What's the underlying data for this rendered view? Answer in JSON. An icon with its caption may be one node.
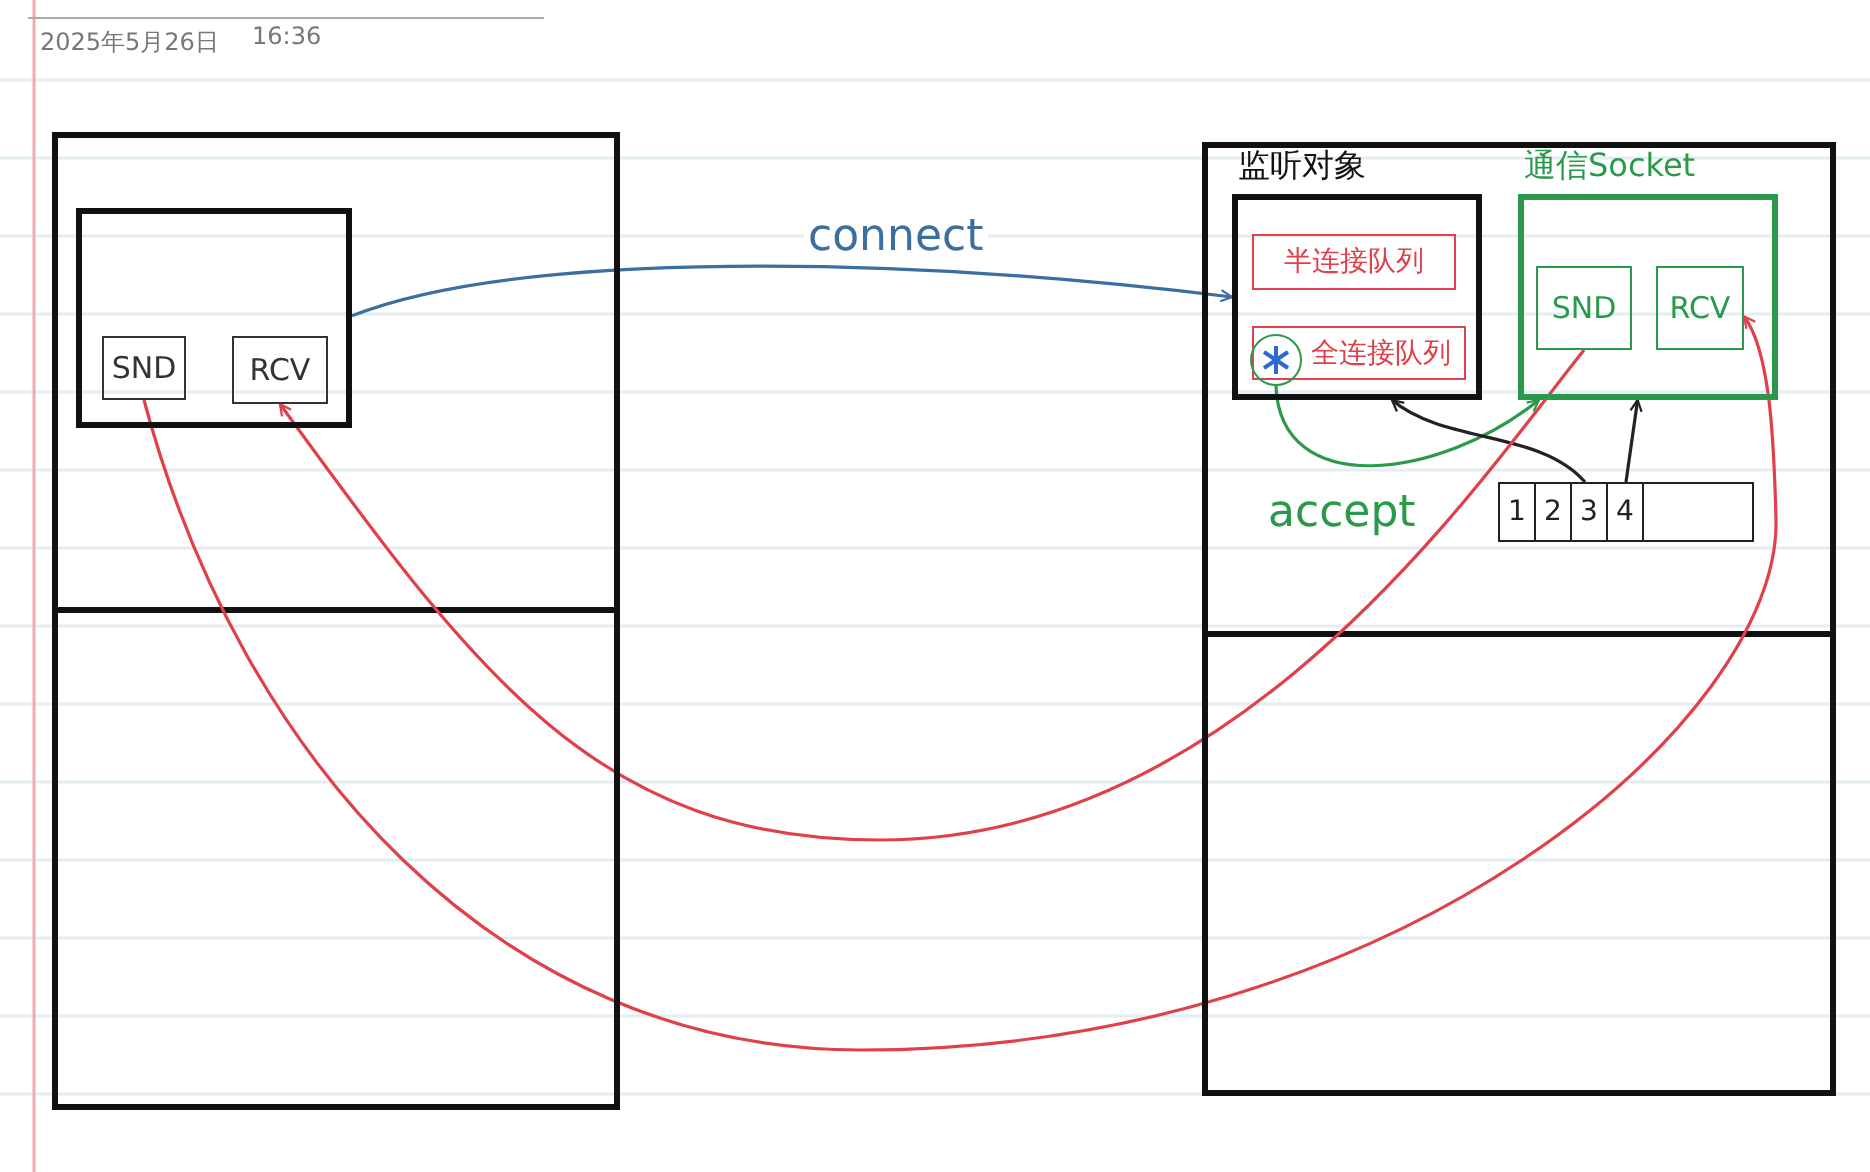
{
  "diagram": {
    "nodes": [
      {
        "text": [],
        "shape": "box"
      },
      {
        "text": [],
        "shape": "box",
        "in": 0
      },
      {
        "text": [
          "SND"
        ],
        "in": 1
      },
      {
        "text": [
          "RCV"
        ],
        "in": 1
      },
      {
        "text": [],
        "shape": "box"
      },
      {
        "text": [
          "监听对象"
        ],
        "in": 4
      },
      {
        "text": [
          "半连接队列"
        ],
        "in": 5
      },
      {
        "text": [
          "全连接队列"
        ],
        "in": 5
      },
      {
        "text": [],
        "shape": "circle",
        "in": 5
      },
      {
        "text": [
          "通信Socket"
        ],
        "in": 4
      },
      {
        "text": [
          "SND"
        ],
        "in": 9
      },
      {
        "text": [
          "RCV"
        ],
        "in": 9
      },
      {
        "text": [
          "1",
          "2",
          "3",
          "4"
        ],
        "in": 4
      }
    ],
    "edges": [
      {
        "from": 1,
        "to": 5,
        "arrow": "to",
        "label": "connect",
        "color": "#3b6fa0"
      },
      {
        "from": 8,
        "to": 9,
        "arrow": "to",
        "label": "accept",
        "color": "#2a9a4a"
      },
      {
        "from": 12,
        "to": 5,
        "arrow": "to"
      },
      {
        "from": 12,
        "to": 9,
        "arrow": "to"
      },
      {
        "from": 2,
        "to": 11,
        "arrow": "to",
        "color": "#e0404a"
      },
      {
        "from": 10,
        "to": 3,
        "arrow": "to",
        "color": "#e0404a"
      }
    ],
    "labels": [
      "2025年5月26日",
      "16:36"
    ]
  }
}
